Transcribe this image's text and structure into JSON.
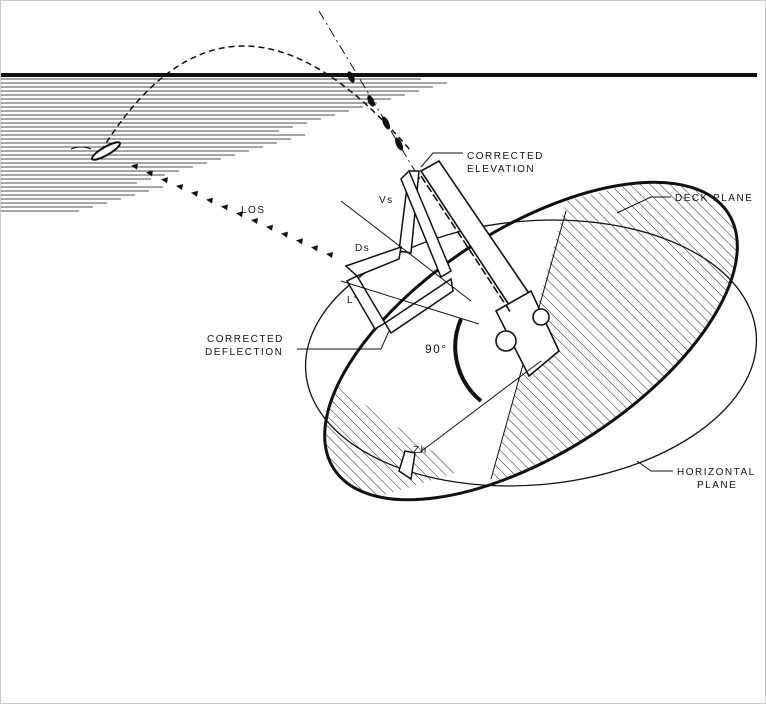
{
  "labels": {
    "corrected_elevation_1": "CORRECTED",
    "corrected_elevation_2": "ELEVATION",
    "deck_plane": "DECK PLANE",
    "vs": "Vs",
    "los": "LOS",
    "ds": "Ds",
    "l_prime": "L'",
    "corrected_deflection_1": "CORRECTED",
    "corrected_deflection_2": "DEFLECTION",
    "angle_90": "90°",
    "zh": "Zh",
    "horizontal_plane_1": "HORIZONTAL",
    "horizontal_plane_2": "PLANE"
  }
}
